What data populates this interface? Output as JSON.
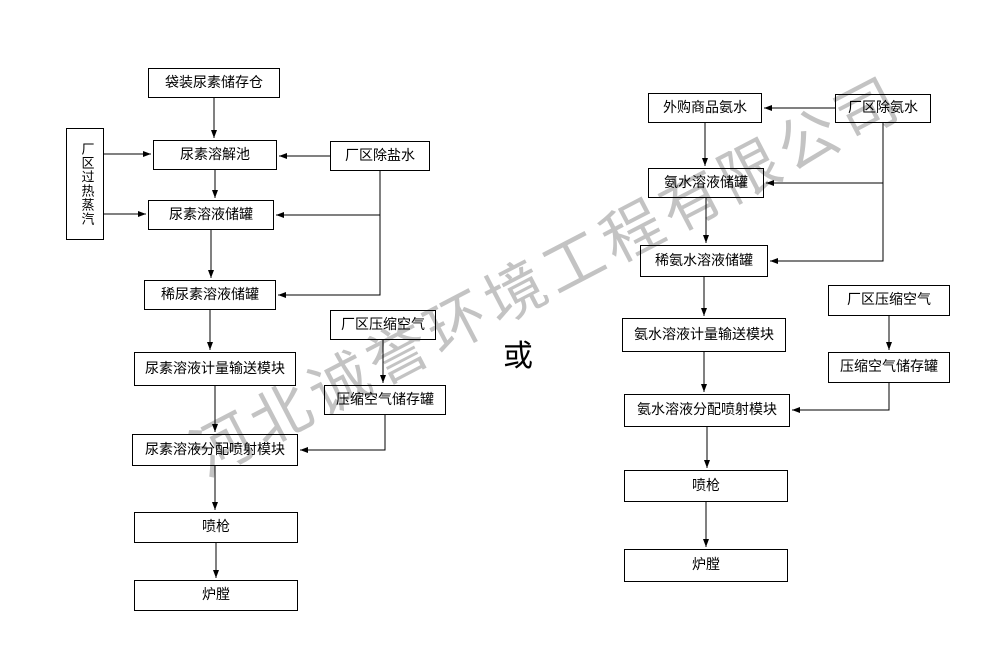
{
  "watermark": "河北诚誉环境工程有限公司",
  "or_label": "或",
  "nodes": [
    {
      "id": "bagged-urea-storage-silo",
      "label": "袋装尿素储存仓"
    },
    {
      "id": "plant-superheated-steam",
      "label": "厂区过热蒸汽"
    },
    {
      "id": "urea-dissolving-pool",
      "label": "尿素溶解池"
    },
    {
      "id": "plant-desalted-water",
      "label": "厂区除盐水"
    },
    {
      "id": "urea-solution-storage-tank",
      "label": "尿素溶液储罐"
    },
    {
      "id": "dilute-urea-solution-storage-tank",
      "label": "稀尿素溶液储罐"
    },
    {
      "id": "urea-solution-metering-transfer-module",
      "label": "尿素溶液计量输送模块"
    },
    {
      "id": "plant-compressed-air-left",
      "label": "厂区压缩空气"
    },
    {
      "id": "compressed-air-storage-tank-left",
      "label": "压缩空气储存罐"
    },
    {
      "id": "urea-solution-distribution-injection-module",
      "label": "尿素溶液分配喷射模块"
    },
    {
      "id": "spray-gun-left",
      "label": "喷枪"
    },
    {
      "id": "furnace-left",
      "label": "炉膛"
    },
    {
      "id": "purchased-commercial-ammonia-water",
      "label": "外购商品氨水"
    },
    {
      "id": "plant-deammonia-water",
      "label": "厂区除氨水"
    },
    {
      "id": "ammonia-solution-storage-tank",
      "label": "氨水溶液储罐"
    },
    {
      "id": "dilute-ammonia-solution-storage-tank",
      "label": "稀氨水溶液储罐"
    },
    {
      "id": "ammonia-solution-metering-transfer-module",
      "label": "氨水溶液计量输送模块"
    },
    {
      "id": "plant-compressed-air-right",
      "label": "厂区压缩空气"
    },
    {
      "id": "compressed-air-storage-tank-right",
      "label": "压缩空气储存罐"
    },
    {
      "id": "ammonia-solution-distribution-injection-module",
      "label": "氨水溶液分配喷射模块"
    },
    {
      "id": "spray-gun-right",
      "label": "喷枪"
    },
    {
      "id": "furnace-right",
      "label": "炉膛"
    }
  ]
}
